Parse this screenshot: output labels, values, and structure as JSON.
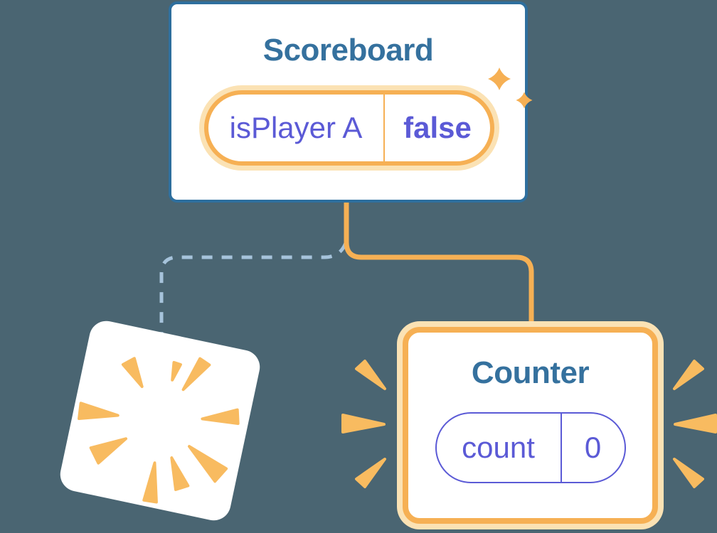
{
  "scoreboard": {
    "title": "Scoreboard",
    "state": {
      "name": "isPlayer A",
      "value": "false"
    }
  },
  "counter": {
    "title": "Counter",
    "state": {
      "name": "count",
      "value": "0"
    }
  },
  "icons": {
    "sparkles": "new-state-sparkle",
    "poof": "destroyed-component-poof",
    "emphasis": "preserved-component-burst"
  },
  "colors": {
    "page_bg": "#4A6572",
    "box_bg": "#FFFFFF",
    "component_border_blue": "#2E6F9E",
    "title_blue": "#35719E",
    "accent_orange": "#F6B054",
    "accent_orange_glow": "#FBE2B4",
    "burst_orange": "#F8BB60",
    "state_purple": "#5B5AD6",
    "dashed_line_blue": "#A6C3DB"
  }
}
